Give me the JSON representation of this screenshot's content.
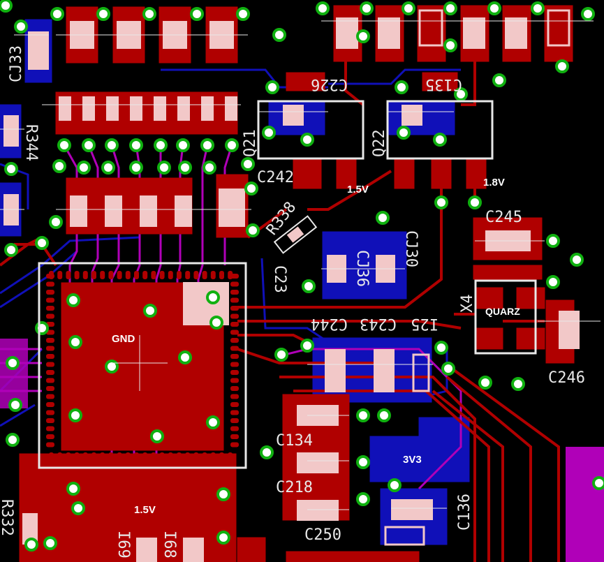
{
  "colors": {
    "background": "#000000",
    "top_copper": "#b00000",
    "bottom_copper": "#1010b8",
    "inner_layer": "#b000b8",
    "pad": "#f2c8c8",
    "via_ring": "#10b010",
    "via_pad": "#c8b838",
    "silkscreen": "#e8e8e8"
  },
  "components": [
    {
      "ref": "CJ33",
      "mirrored": false
    },
    {
      "ref": "R344",
      "mirrored": true
    },
    {
      "ref": "C226",
      "mirrored": true
    },
    {
      "ref": "C135",
      "mirrored": true
    },
    {
      "ref": "Q21",
      "mirrored": false
    },
    {
      "ref": "Q22",
      "mirrored": false
    },
    {
      "ref": "C242",
      "mirrored": false
    },
    {
      "ref": "R338",
      "mirrored": false
    },
    {
      "ref": "C245",
      "mirrored": false
    },
    {
      "ref": "CJ36",
      "mirrored": true
    },
    {
      "ref": "CJ30",
      "mirrored": true
    },
    {
      "ref": "C23",
      "mirrored": true
    },
    {
      "ref": "X4",
      "mirrored": false
    },
    {
      "ref": "C244",
      "mirrored": true
    },
    {
      "ref": "C243",
      "mirrored": true
    },
    {
      "ref": "I25",
      "mirrored": true
    },
    {
      "ref": "C246",
      "mirrored": false
    },
    {
      "ref": "C134",
      "mirrored": false
    },
    {
      "ref": "C218",
      "mirrored": false
    },
    {
      "ref": "C136",
      "mirrored": false
    },
    {
      "ref": "C250",
      "mirrored": false
    },
    {
      "ref": "R332",
      "mirrored": true
    },
    {
      "ref": "I69",
      "mirrored": true
    },
    {
      "ref": "I68",
      "mirrored": true
    }
  ],
  "net_labels": [
    {
      "text": "1.5V"
    },
    {
      "text": "1.8V"
    },
    {
      "text": "GND"
    },
    {
      "text": "QUARZ"
    },
    {
      "text": "3V3"
    },
    {
      "text": "1.5V"
    }
  ]
}
